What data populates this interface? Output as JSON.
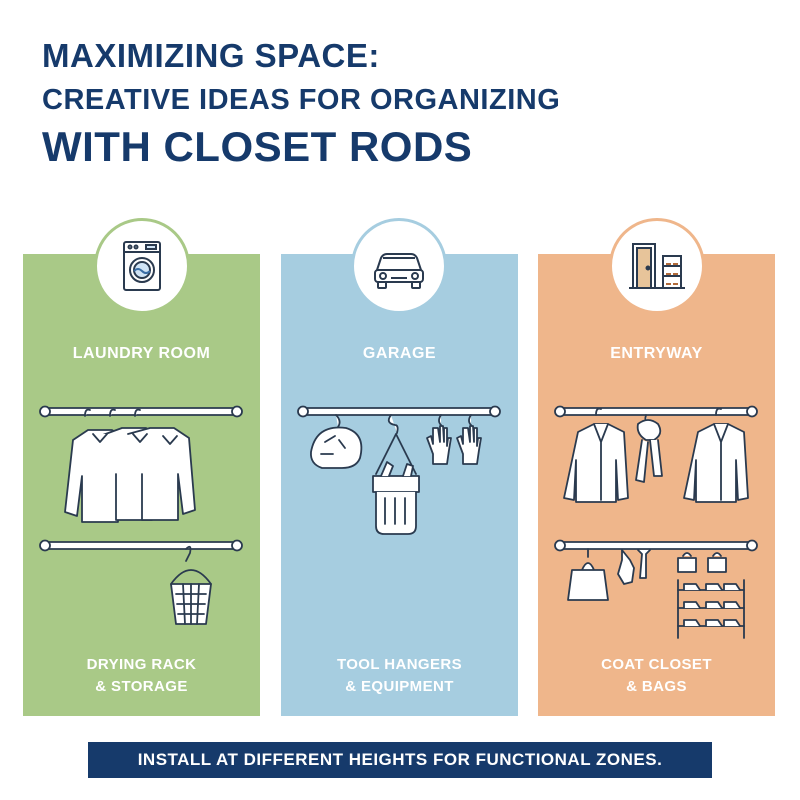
{
  "title": {
    "line1": "MAXIMIZING SPACE:",
    "line2": "CREATIVE IDEAS FOR ORGANIZING",
    "line3": "WITH CLOSET RODS"
  },
  "panels": [
    {
      "title": "LAUNDRY ROOM",
      "caption_line1": "DRYING RACK",
      "caption_line2": "& STORAGE",
      "color": "#a9c987",
      "icon": "washing-machine-icon"
    },
    {
      "title": "GARAGE",
      "caption_line1": "TOOL HANGERS",
      "caption_line2": "& EQUIPMENT",
      "color": "#a6cde0",
      "icon": "car-icon"
    },
    {
      "title": "ENTRYWAY",
      "caption_line1": "COAT CLOSET",
      "caption_line2": "& BAGS",
      "color": "#efb68b",
      "icon": "door-shoe-rack-icon"
    }
  ],
  "footer": "INSTALL AT DIFFERENT HEIGHTS FOR FUNCTIONAL ZONES.",
  "colors": {
    "navy": "#163a6b",
    "line": "#2a3a4f"
  }
}
